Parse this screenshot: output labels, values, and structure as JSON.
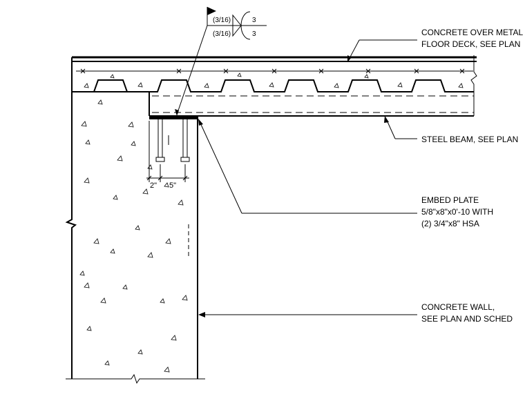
{
  "callouts": {
    "deck_line1": "CONCRETE OVER METAL",
    "deck_line2": "FLOOR DECK, SEE PLAN",
    "beam": "STEEL BEAM, SEE PLAN",
    "embed_line1": "EMBED PLATE",
    "embed_line2": "5/8\"x8\"x0'-10 WITH",
    "embed_line3": "(2) 3/4\"x8\" HSA",
    "wall_line1": "CONCRETE WALL,",
    "wall_line2": "SEE PLAN AND SCHED"
  },
  "weld_symbol": {
    "top_size": "(3/16)",
    "bottom_size": "(3/16)",
    "top_length": "3",
    "bottom_length": "3"
  },
  "dimensions": {
    "edge_distance": "2\"",
    "anchor_spacing": "5\""
  }
}
